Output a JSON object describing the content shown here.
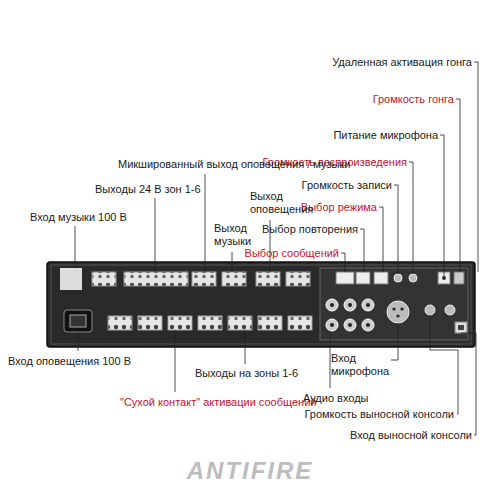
{
  "diagram": {
    "labels": [
      "Удаленная активация гонга",
      "Громкость гонга",
      "Питание микрофона",
      "Громкость воспроизведения",
      "Громкость записи",
      "Выбор режима",
      "Выбор повторения",
      "Выбор сообщений",
      "Микшированный выход оповещения / музыки",
      "Выходы 24 В зон 1-6",
      "Выход оповещения",
      "Выход музыки",
      "Вход музыки 100 В",
      "Вход оповещения 100 В",
      "Выходы на зоны 1-6",
      "\"Сухой контакт\" активации сообщений",
      "Аудио входы",
      "Вход микрофона",
      "Громкость выносной консоли",
      "Вход выносной консоли",
      "ANTIFIRE"
    ]
  }
}
